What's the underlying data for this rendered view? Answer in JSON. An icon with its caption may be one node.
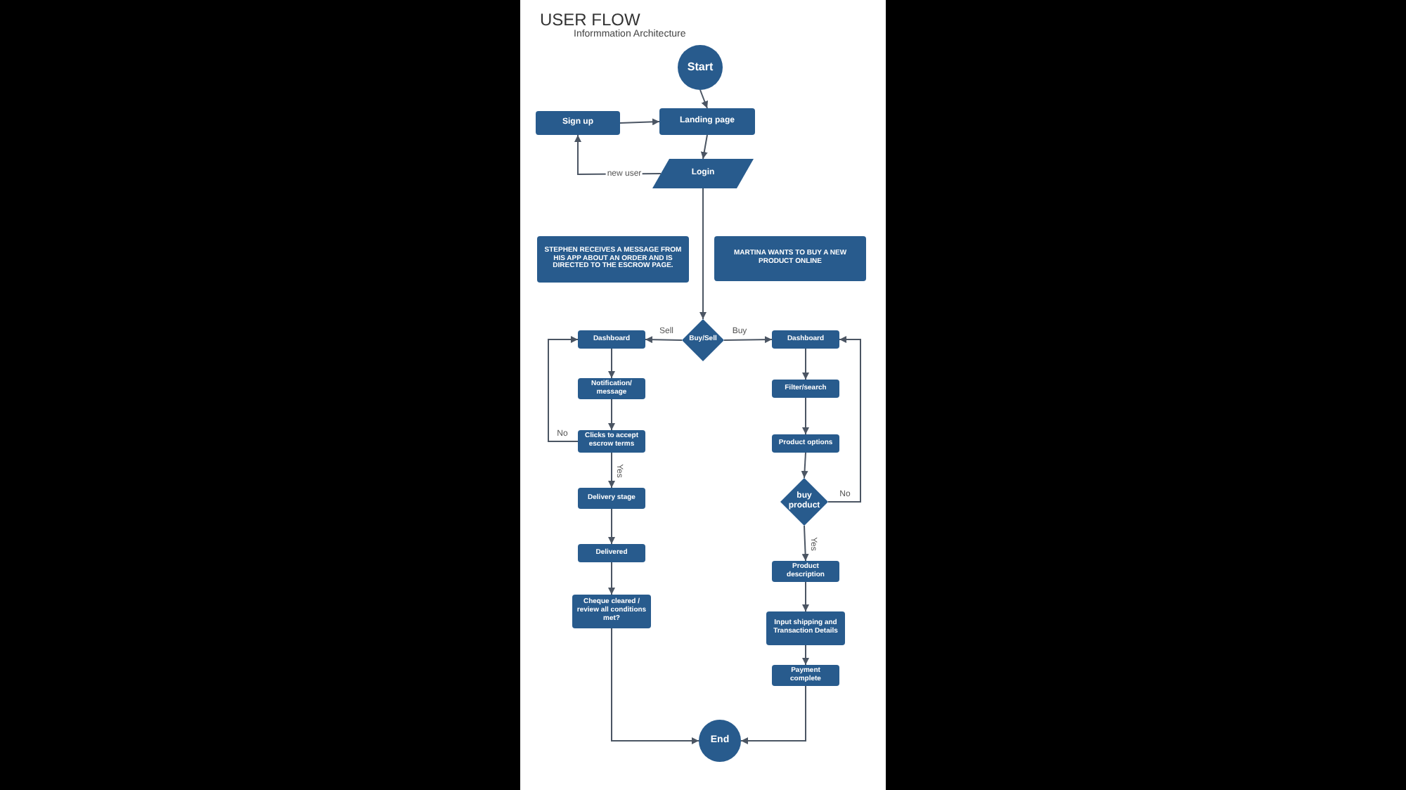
{
  "diagram": {
    "title": "USER FLOW",
    "nodes": [
      {
        "text": [
          "Start"
        ]
      },
      {
        "text": [
          "Sign up"
        ]
      },
      {
        "text": [
          "Landing page"
        ]
      },
      {
        "text": [
          "Login"
        ]
      },
      {
        "text": [
          "STEPHEN RECEIVES A MESSAGE FROM HIS APP ABOUT AN ORDER AND IS DIRECTED TO THE ESCROW PAGE."
        ]
      },
      {
        "text": [
          "MARTINA WANTS TO BUY A NEW PRODUCT ONLINE"
        ]
      },
      {
        "text": [
          "Dashboard"
        ]
      },
      {
        "text": [
          "Buy/Sell"
        ]
      },
      {
        "text": [
          "Dashboard"
        ]
      },
      {
        "text": [
          "Notification/ message"
        ]
      },
      {
        "text": [
          "Filter/search"
        ]
      },
      {
        "text": [
          "Clicks to accept escrow terms"
        ]
      },
      {
        "text": [
          "Product options"
        ]
      },
      {
        "text": [
          "buy product"
        ]
      },
      {
        "text": [
          "Delivery stage"
        ]
      },
      {
        "text": [
          "Delivered"
        ]
      },
      {
        "text": [
          "Product description"
        ]
      },
      {
        "text": [
          "Cheque cleared / review all conditions met?"
        ]
      },
      {
        "text": [
          "Input shipping and Transaction Details"
        ]
      },
      {
        "text": [
          "Payment complete"
        ]
      },
      {
        "text": [
          "End"
        ]
      }
    ],
    "edges": [
      {
        "from": 0,
        "to": 2,
        "arrow": "to"
      },
      {
        "from": 1,
        "to": 2,
        "arrow": "to"
      },
      {
        "from": 2,
        "to": 3,
        "arrow": "to"
      },
      {
        "from": 3,
        "to": 1,
        "arrow": "to",
        "label": "new user"
      },
      {
        "from": 3,
        "to": 7,
        "arrow": "to"
      },
      {
        "from": 7,
        "to": 6,
        "arrow": "to",
        "label": "Sell"
      },
      {
        "from": 7,
        "to": 8,
        "arrow": "to",
        "label": "Buy"
      },
      {
        "from": 6,
        "to": 9,
        "arrow": "to"
      },
      {
        "from": 9,
        "to": 11,
        "arrow": "to"
      },
      {
        "from": 11,
        "to": 6,
        "arrow": "to",
        "label": "No"
      },
      {
        "from": 11,
        "to": 14,
        "arrow": "to",
        "label": "Yes"
      },
      {
        "from": 14,
        "to": 15,
        "arrow": "to"
      },
      {
        "from": 15,
        "to": 17,
        "arrow": "to"
      },
      {
        "from": 17,
        "to": 20,
        "arrow": "to"
      },
      {
        "from": 8,
        "to": 10,
        "arrow": "to"
      },
      {
        "from": 10,
        "to": 12,
        "arrow": "to"
      },
      {
        "from": 12,
        "to": 13,
        "arrow": "to"
      },
      {
        "from": 13,
        "to": 8,
        "arrow": "to",
        "label": "No"
      },
      {
        "from": 13,
        "to": 16,
        "arrow": "to",
        "label": "Yes"
      },
      {
        "from": 16,
        "to": 18,
        "arrow": "to"
      },
      {
        "from": 18,
        "to": 19,
        "arrow": "to"
      },
      {
        "from": 19,
        "to": 20,
        "arrow": "to"
      }
    ],
    "labels": [
      "Informmation Architecture"
    ]
  }
}
